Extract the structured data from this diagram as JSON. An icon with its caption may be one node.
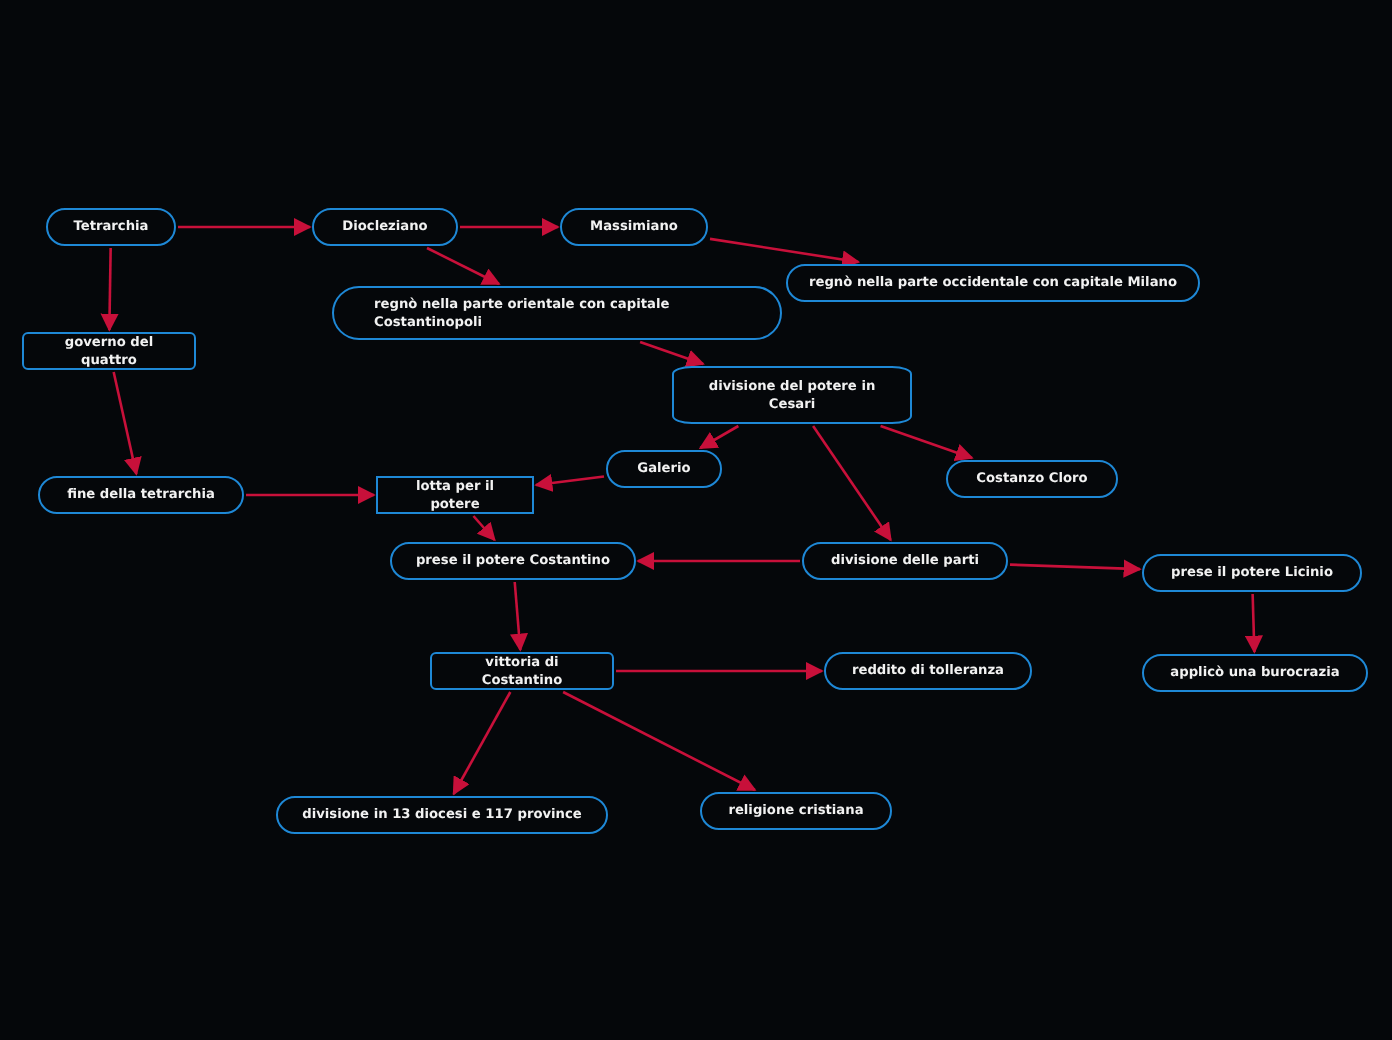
{
  "diagram": {
    "nodes": [
      {
        "text": [
          "Tetrarchia"
        ]
      },
      {
        "text": [
          "Diocleziano"
        ]
      },
      {
        "text": [
          "Massimiano"
        ]
      },
      {
        "text": [
          "regnò nella parte occidentale con capitale Milano"
        ]
      },
      {
        "text": [
          "regnò nella parte orientale con capitale Costantinopoli"
        ]
      },
      {
        "text": [
          "governo del quattro"
        ]
      },
      {
        "text": [
          "divisione del potere in Cesari"
        ]
      },
      {
        "text": [
          "Galerio"
        ]
      },
      {
        "text": [
          "Costanzo Cloro"
        ]
      },
      {
        "text": [
          "fine della tetrarchia"
        ]
      },
      {
        "text": [
          "lotta per il potere"
        ]
      },
      {
        "text": [
          "prese il potere Costantino"
        ]
      },
      {
        "text": [
          "divisione delle parti"
        ]
      },
      {
        "text": [
          "prese il potere Licinio"
        ]
      },
      {
        "text": [
          "vittoria di Costantino"
        ]
      },
      {
        "text": [
          "reddito di tolleranza"
        ]
      },
      {
        "text": [
          "applicò una burocrazia"
        ]
      },
      {
        "text": [
          "divisione in 13 diocesi e 117 province"
        ]
      },
      {
        "text": [
          "religione cristiana"
        ]
      }
    ],
    "edges": [
      {
        "from": 0,
        "to": 1,
        "arrow": "to"
      },
      {
        "from": 1,
        "to": 2,
        "arrow": "to"
      },
      {
        "from": 0,
        "to": 5,
        "arrow": "to"
      },
      {
        "from": 1,
        "to": 4,
        "arrow": "to"
      },
      {
        "from": 2,
        "to": 3,
        "arrow": "to"
      },
      {
        "from": 4,
        "to": 6,
        "arrow": "to"
      },
      {
        "from": 6,
        "to": 7,
        "arrow": "to"
      },
      {
        "from": 6,
        "to": 8,
        "arrow": "to"
      },
      {
        "from": 6,
        "to": 12,
        "arrow": "to"
      },
      {
        "from": 5,
        "to": 9,
        "arrow": "to"
      },
      {
        "from": 9,
        "to": 10,
        "arrow": "to"
      },
      {
        "from": 7,
        "to": 10,
        "arrow": "to"
      },
      {
        "from": 10,
        "to": 11,
        "arrow": "to"
      },
      {
        "from": 12,
        "to": 11,
        "arrow": "to"
      },
      {
        "from": 12,
        "to": 13,
        "arrow": "to"
      },
      {
        "from": 13,
        "to": 16,
        "arrow": "to"
      },
      {
        "from": 11,
        "to": 14,
        "arrow": "to"
      },
      {
        "from": 14,
        "to": 15,
        "arrow": "to"
      },
      {
        "from": 14,
        "to": 17,
        "arrow": "to"
      },
      {
        "from": 14,
        "to": 18,
        "arrow": "to"
      }
    ]
  }
}
